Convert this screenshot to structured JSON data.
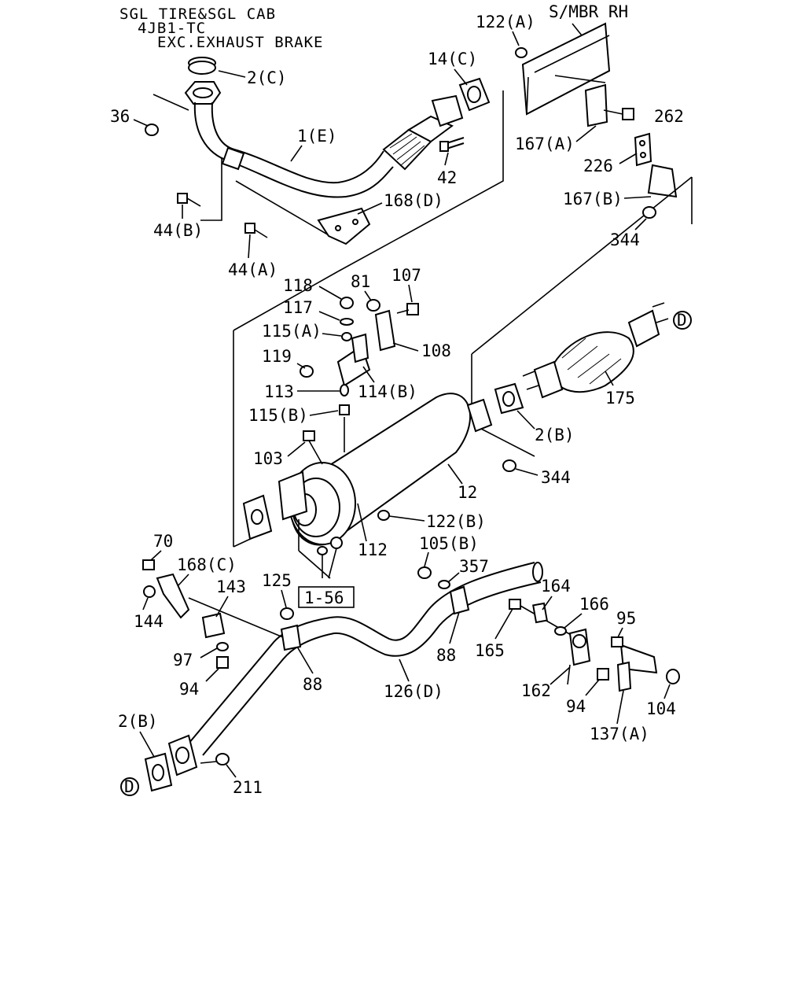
{
  "header": {
    "line1": "SGL TIRE&SGL CAB",
    "line2": "4JB1-TC",
    "line3": "EXC.EXHAUST BRAKE"
  },
  "member_label": "S/MBR RH",
  "ref_box": "1-56",
  "circle_ref": "D",
  "labels": {
    "l_2c": "2(C)",
    "l_14c": "14(C)",
    "l_36": "36",
    "l_1e": "1(E)",
    "l_42": "42",
    "l_44b": "44(B)",
    "l_168d": "168(D)",
    "l_44a": "44(A)",
    "l_122a": "122(A)",
    "l_262": "262",
    "l_167a": "167(A)",
    "l_226": "226",
    "l_167b": "167(B)",
    "l_344a": "344",
    "l_118": "118",
    "l_81": "81",
    "l_107": "107",
    "l_117": "117",
    "l_115a": "115(A)",
    "l_108": "108",
    "l_119": "119",
    "l_113": "113",
    "l_114b": "114(B)",
    "l_115b": "115(B)",
    "l_103": "103",
    "l_175": "175",
    "l_2b": "2(B)",
    "l_344b": "344",
    "l_12": "12",
    "l_122b": "122(B)",
    "l_112": "112",
    "l_105b": "105(B)",
    "l_357": "357",
    "l_70": "70",
    "l_168c": "168(C)",
    "l_143": "143",
    "l_125": "125",
    "l_144": "144",
    "l_164": "164",
    "l_166": "166",
    "l_95": "95",
    "l_97": "97",
    "l_88a": "88",
    "l_88b": "88",
    "l_165": "165",
    "l_94a": "94",
    "l_126d": "126(D)",
    "l_162": "162",
    "l_94b": "94",
    "l_104": "104",
    "l_137a": "137(A)",
    "l_2b2": "2(B)",
    "l_211": "211"
  }
}
